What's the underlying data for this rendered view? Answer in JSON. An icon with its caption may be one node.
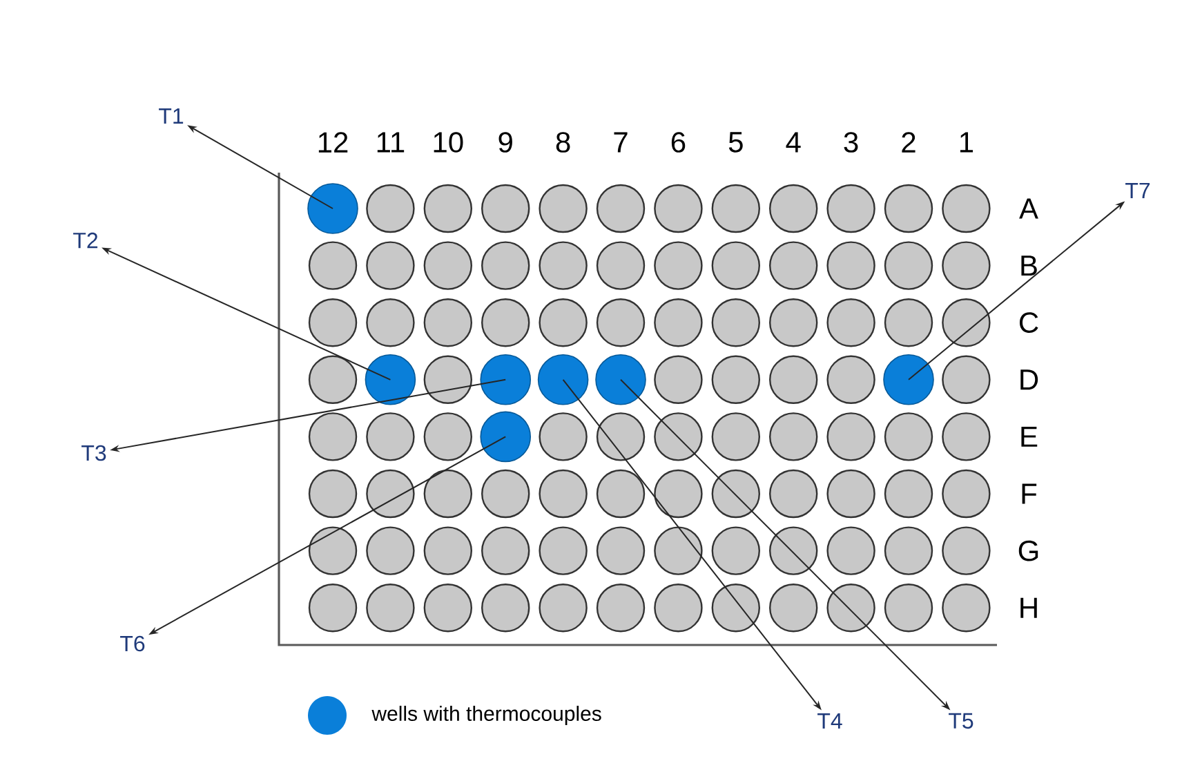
{
  "diagram": {
    "nodes": [
      {
        "text": [
          "T1"
        ]
      },
      {
        "text": [
          "T2"
        ]
      },
      {
        "text": [
          "T3"
        ]
      },
      {
        "text": [
          "T4"
        ]
      },
      {
        "text": [
          "T5"
        ]
      },
      {
        "text": [
          "T6"
        ]
      },
      {
        "text": [
          "T7"
        ]
      },
      {
        "text": [],
        "shape": "circle"
      },
      {
        "text": [],
        "shape": "circle"
      },
      {
        "text": [],
        "shape": "circle"
      },
      {
        "text": [],
        "shape": "circle"
      },
      {
        "text": [],
        "shape": "circle"
      },
      {
        "text": [],
        "shape": "circle"
      },
      {
        "text": [],
        "shape": "circle"
      }
    ],
    "edges": [
      {
        "from": 7,
        "to": 0,
        "arrow": "to"
      },
      {
        "from": 8,
        "to": 1,
        "arrow": "to"
      },
      {
        "from": 9,
        "to": 2,
        "arrow": "to"
      },
      {
        "from": 10,
        "to": 3,
        "arrow": "to"
      },
      {
        "from": 11,
        "to": 4,
        "arrow": "to"
      },
      {
        "from": 13,
        "to": 5,
        "arrow": "to"
      },
      {
        "from": 12,
        "to": 6,
        "arrow": "to"
      }
    ],
    "labels": [
      "12",
      "11",
      "10",
      "9",
      "8",
      "7",
      "6",
      "5",
      "4",
      "3",
      "2",
      "1",
      "A",
      "B",
      "C",
      "D",
      "E",
      "F",
      "G",
      "H"
    ],
    "legend": [
      {
        "text": "wells with thermocouples",
        "color": "#0a7fd9"
      }
    ]
  }
}
